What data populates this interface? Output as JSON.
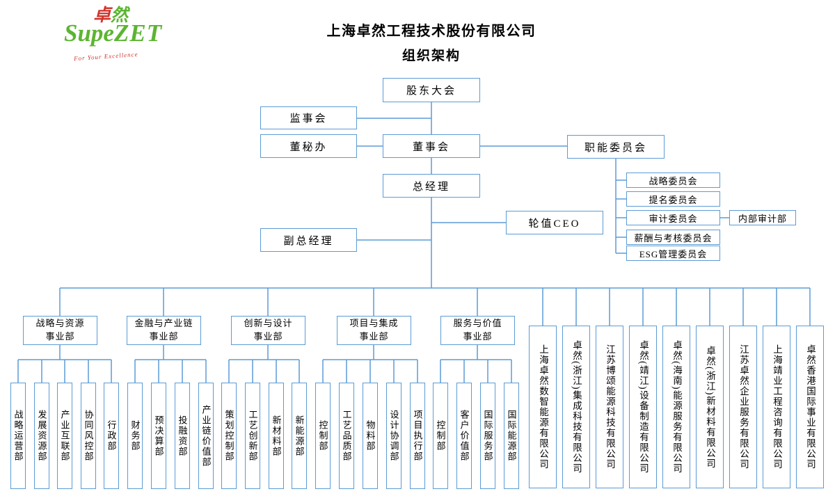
{
  "page": {
    "title_line1": "上海卓然工程技术股份有限公司",
    "title_line2": "组织架构"
  },
  "logo": {
    "chinese_char1": "卓",
    "chinese_char2": "然",
    "brand_script": "Supe",
    "brand_bold": "ZET",
    "tagline": "For Your Excellence",
    "green": "#5CB531",
    "red": "#D0342C"
  },
  "governance": {
    "shareholders_meeting": "股东大会",
    "supervisory_board": "监事会",
    "board_secretary_office": "董秘办",
    "board_of_directors": "董事会",
    "functional_committees": "职能委员会",
    "general_manager": "总经理",
    "rotating_ceo": "轮值CEO",
    "deputy_general_manager": "副总经理"
  },
  "committees": {
    "list": [
      "战略委员会",
      "提名委员会",
      "审计委员会",
      "薪酬与考核委员会",
      "ESG管理委员会"
    ],
    "internal_audit": "内部审计部"
  },
  "divisions": [
    {
      "line1": "战略与资源",
      "line2": "事业部",
      "departments": [
        "战略运营部",
        "发展资源部",
        "产业互联部",
        "协同风控部",
        "行政部"
      ]
    },
    {
      "line1": "金融与产业链",
      "line2": "事业部",
      "departments": [
        "财务部",
        "预决算部",
        "投融资部",
        "产业链价值部"
      ]
    },
    {
      "line1": "创新与设计",
      "line2": "事业部",
      "departments": [
        "策划控制部",
        "工艺创新部",
        "新材料部",
        "新能源部"
      ]
    },
    {
      "line1": "项目与集成",
      "line2": "事业部",
      "departments": [
        "控制部",
        "工艺品质部",
        "物料部",
        "设计协调部",
        "项目执行部"
      ]
    },
    {
      "line1": "服务与价值",
      "line2": "事业部",
      "departments": [
        "控制部",
        "客户价值部",
        "国际服务部",
        "国际能源部"
      ]
    }
  ],
  "subsidiaries": [
    "上海卓然数智能源有限公司",
    "卓然(浙江)集成科技有限公司",
    "江苏博颂能源科技有限公司",
    "卓然(靖江)设备制造有限公司",
    "卓然(海南)能源服务有限公司",
    "卓然(浙江)新材料有限公司",
    "江苏卓然企业服务有限公司",
    "上海靖业工程咨询有限公司",
    "卓然香港国际事业有限公司"
  ],
  "style": {
    "line_color": "#5B9BD5"
  }
}
